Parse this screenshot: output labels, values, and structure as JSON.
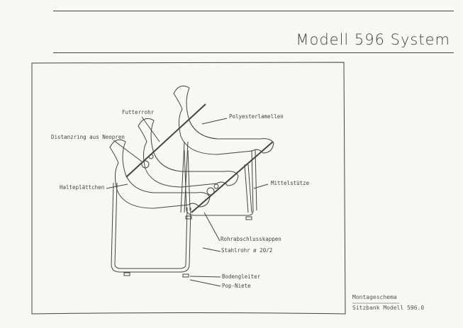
{
  "header": {
    "title": "Modell 596 System"
  },
  "labels": {
    "futterrohr": "Futterrohr",
    "polyesterlamellen": "Polyesterlamellen",
    "distanzring": "Distanzring aus Neopren",
    "halteplaettchen": "Halteplättchen",
    "mittelstuetze": "Mittelstütze",
    "rohrabschlusskappen": "Rohrabschlusskappen",
    "stahlrohr": "Stahlrohr ø 20/2",
    "bodengleiter": "Bodengleiter",
    "popniete": "Pop-Niete"
  },
  "caption": {
    "heading": "Montageschema",
    "subtitle": "Sitzbank Modell 596.0"
  }
}
